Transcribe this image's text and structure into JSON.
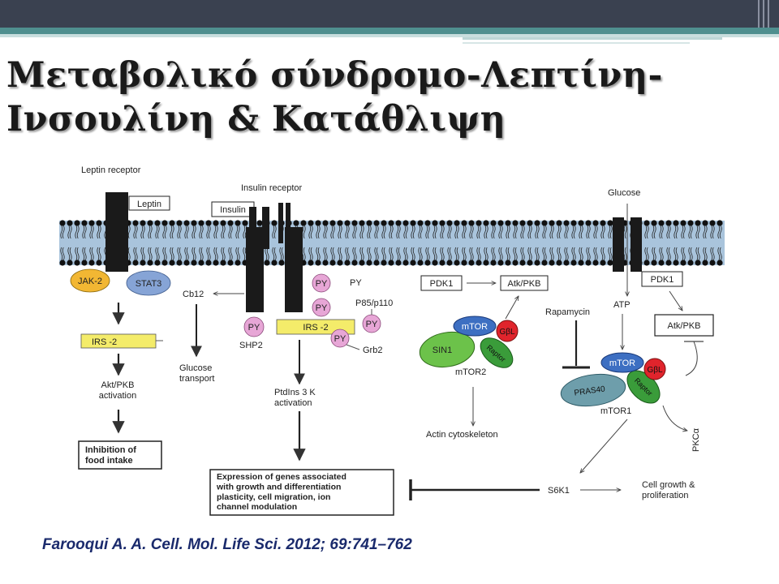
{
  "slide": {
    "title_line1": "Μεταβολικό σύνδρομο-Λεπτίνη-",
    "title_line2": "Ινσουλίνη & Κατάθλιψη",
    "citation": "Farooqui A. A. Cell. Mol. Life Sci. 2012; 69:741–762"
  },
  "colors": {
    "header_bar": "#3a4150",
    "teal_band": "#4f8f8f",
    "membrane": "#a9c4dc",
    "irs_box": "#f4ec6a",
    "py_circle": "#e7a6d6",
    "jak2": "#f2b733",
    "stat3": "#86a4d6",
    "mtor": "#3d6fc2",
    "gbl": "#e0242c",
    "raptor": "#3a9c3a",
    "sin1": "#6cc24a",
    "pras40": "#6e9eab"
  },
  "diagram": {
    "leptin_receptor": "Leptin receptor",
    "leptin": "Leptin",
    "insulin_receptor": "Insulin receptor",
    "insulin": "Insulin",
    "glucose": "Glucose",
    "jak2": "JAK-2",
    "stat3": "STAT3",
    "irs2_left": "IRS -2",
    "akt_activation": "Akt/PKB\nactivation",
    "inhibition_food": "Inhibition of\nfood intake",
    "cb12": "Cb12",
    "glucose_transport": "Glucose\ntransport",
    "py": "PY",
    "py_label": "PY",
    "p85": "P85/p110",
    "irs2_center": "IRS -2",
    "shp2": "SHP2",
    "grb2": "Grb2",
    "ptdins": "PtdIns 3 K\nactivation",
    "gene_expression": "Expression of genes associated\nwith growth and differentiation\nplasticity, cell migration, ion\nchannel modulation",
    "pdk1_left": "PDK1",
    "atk_left": "Atk/PKB",
    "mtor": "mTOR",
    "gbl": "GβL",
    "sin1": "SIN1",
    "raptor": "Raptor",
    "mtor2": "mTOR2",
    "actin": "Actin cytoskeleton",
    "rapamycin": "Rapamycin",
    "pdk1_right": "PDK1",
    "atp": "ATP",
    "atk_right": "Atk/PKB",
    "pras40": "PRAS40",
    "mtor1": "mTOR1",
    "pkca": "PKCα",
    "s6k1": "S6K1",
    "cell_growth": "Cell growth &\nproliferation"
  }
}
